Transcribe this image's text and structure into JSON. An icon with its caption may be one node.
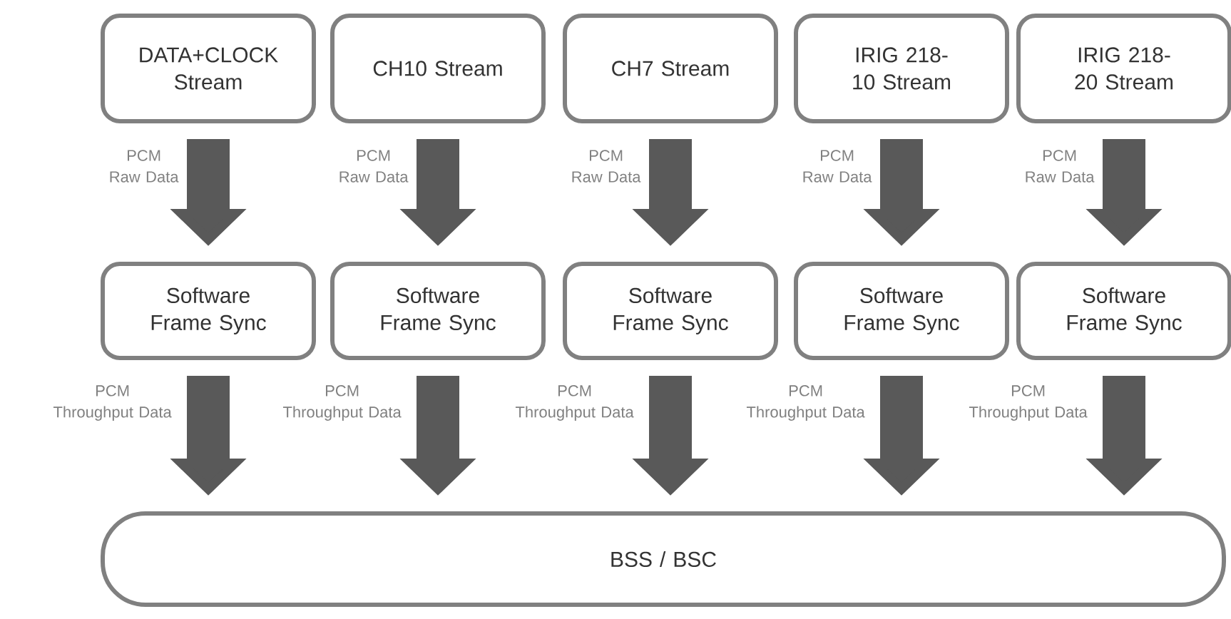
{
  "diagram": {
    "nodes": [
      {
        "text": [
          "DATA+CLOCK Stream"
        ]
      },
      {
        "text": [
          "CH10 Stream"
        ]
      },
      {
        "text": [
          "CH7 Stream"
        ]
      },
      {
        "text": [
          "IRIG 218-10 Stream"
        ]
      },
      {
        "text": [
          "IRIG 218-20 Stream"
        ]
      },
      {
        "text": [
          "Software Frame Sync"
        ]
      },
      {
        "text": [
          "Software Frame Sync"
        ]
      },
      {
        "text": [
          "Software Frame Sync"
        ]
      },
      {
        "text": [
          "Software Frame Sync"
        ]
      },
      {
        "text": [
          "Software Frame Sync"
        ]
      },
      {
        "text": [
          "BSS / BSC"
        ]
      }
    ],
    "edges": [
      {
        "from": 0,
        "to": 5,
        "arrow": "to",
        "label": "PCM Raw Data"
      },
      {
        "from": 1,
        "to": 6,
        "arrow": "to",
        "label": "PCM Raw Data"
      },
      {
        "from": 2,
        "to": 7,
        "arrow": "to",
        "label": "PCM Raw Data"
      },
      {
        "from": 3,
        "to": 8,
        "arrow": "to",
        "label": "PCM Raw Data"
      },
      {
        "from": 4,
        "to": 9,
        "arrow": "to",
        "label": "PCM Raw Data"
      },
      {
        "from": 5,
        "to": 10,
        "arrow": "to",
        "label": "PCM Throughput Data"
      },
      {
        "from": 6,
        "to": 10,
        "arrow": "to",
        "label": "PCM Throughput Data"
      },
      {
        "from": 7,
        "to": 10,
        "arrow": "to",
        "label": "PCM Throughput Data"
      },
      {
        "from": 8,
        "to": 10,
        "arrow": "to",
        "label": "PCM Throughput Data"
      },
      {
        "from": 9,
        "to": 10,
        "arrow": "to",
        "label": "PCM Throughput Data"
      }
    ]
  }
}
